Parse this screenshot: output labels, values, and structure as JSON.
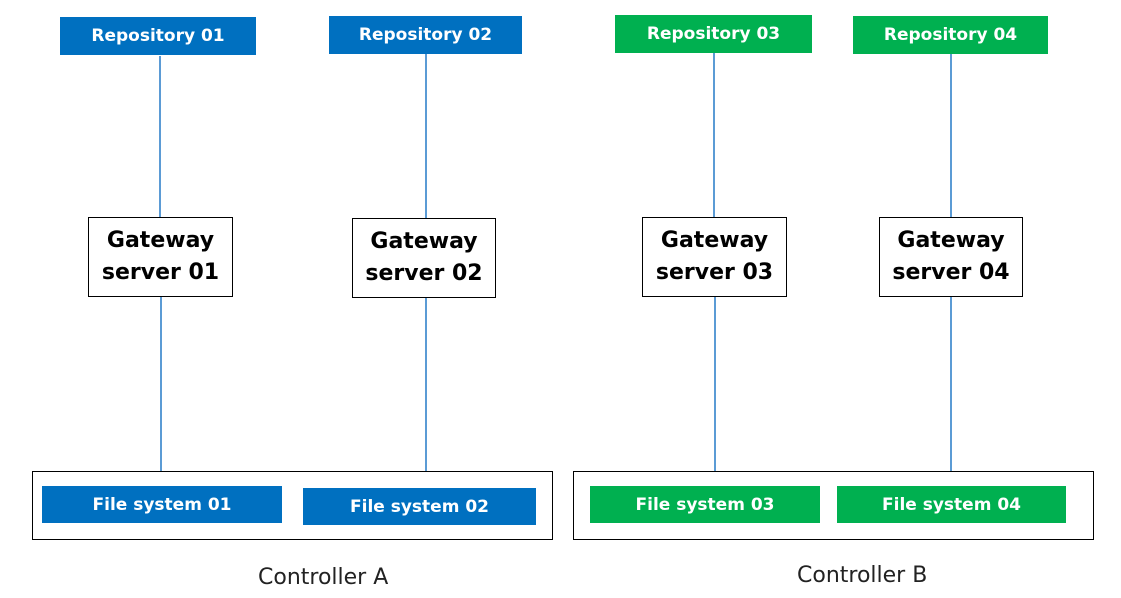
{
  "colors": {
    "blue": "#0070c0",
    "green": "#00b050",
    "connector": "#5b9bd5",
    "border": "#000000"
  },
  "repositories": [
    {
      "label": "Repository 01",
      "color": "blue"
    },
    {
      "label": "Repository 02",
      "color": "blue"
    },
    {
      "label": "Repository 03",
      "color": "green"
    },
    {
      "label": "Repository 04",
      "color": "green"
    }
  ],
  "gateways": [
    {
      "line1": "Gateway",
      "line2": "server 01"
    },
    {
      "line1": "Gateway",
      "line2": "server 02"
    },
    {
      "line1": "Gateway",
      "line2": "server 03"
    },
    {
      "line1": "Gateway",
      "line2": "server 04"
    }
  ],
  "file_systems": [
    {
      "label": "File system 01",
      "color": "blue"
    },
    {
      "label": "File system 02",
      "color": "blue"
    },
    {
      "label": "File system 03",
      "color": "green"
    },
    {
      "label": "File system 04",
      "color": "green"
    }
  ],
  "controllers": [
    {
      "label": "Controller A"
    },
    {
      "label": "Controller B"
    }
  ]
}
